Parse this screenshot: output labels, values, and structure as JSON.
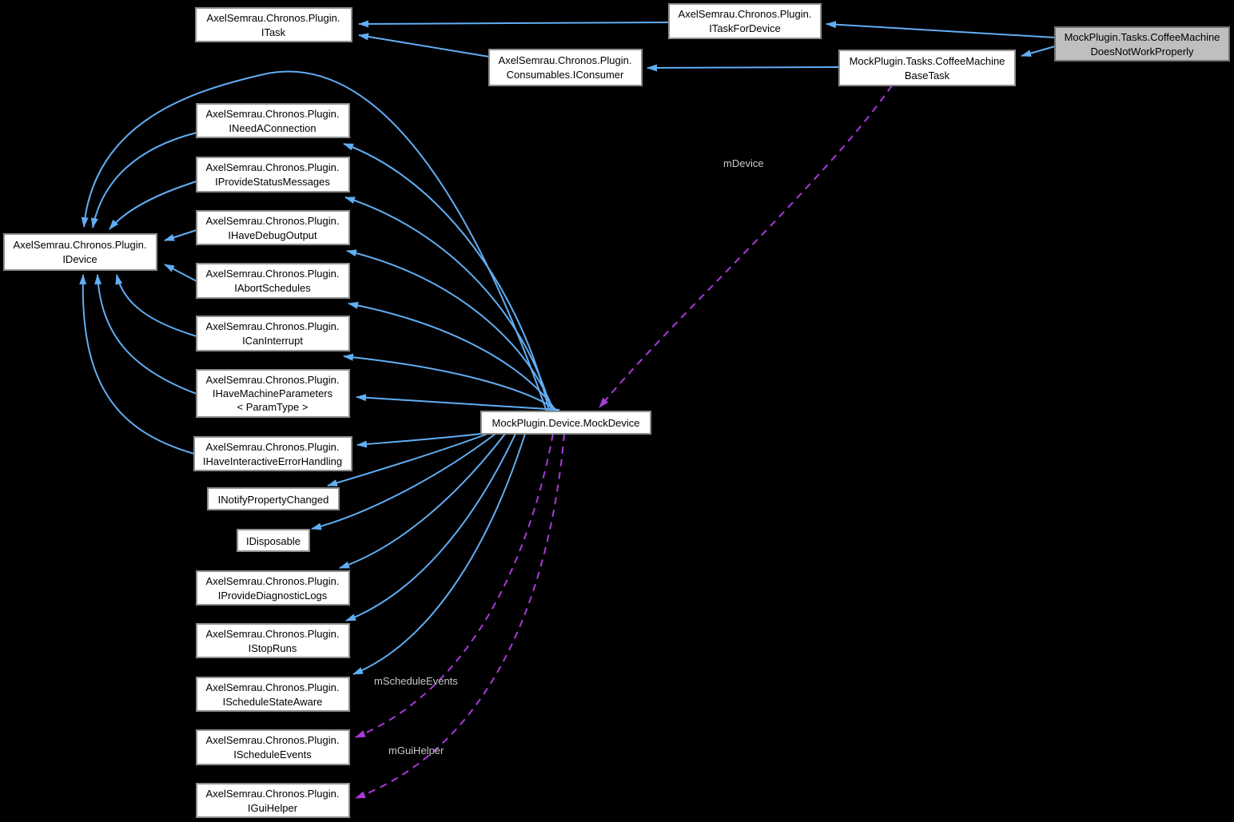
{
  "diagram": {
    "type": "doxygen-collaboration-graph",
    "colors": {
      "background": "#000000",
      "edge-inheritance": "#61aef3",
      "edge-usage": "#a93ad9",
      "node-fill": "#ffffff",
      "node-border": "#8f8f8f",
      "highlight-fill": "#bfbfbf",
      "highlight-border": "#747474",
      "node-text": "#000000",
      "edge-label-text": "#c8c8c8"
    },
    "nodes": {
      "itask": {
        "l1": "AxelSemrau.Chronos.Plugin.",
        "l2": "ITask"
      },
      "itask_for_device": {
        "l1": "AxelSemrau.Chronos.Plugin.",
        "l2": "ITaskForDevice"
      },
      "coffee_machine_does_not_work_properly": {
        "l1": "MockPlugin.Tasks.CoffeeMachine",
        "l2": "DoesNotWorkProperly"
      },
      "iconsumer": {
        "l1": "AxelSemrau.Chronos.Plugin.",
        "l2": "Consumables.IConsumer"
      },
      "coffee_machine_base_task": {
        "l1": "MockPlugin.Tasks.CoffeeMachine",
        "l2": "BaseTask"
      },
      "idevice": {
        "l1": "AxelSemrau.Chronos.Plugin.",
        "l2": "IDevice"
      },
      "ineed_a_connection": {
        "l1": "AxelSemrau.Chronos.Plugin.",
        "l2": "INeedAConnection"
      },
      "iprovide_status_messages": {
        "l1": "AxelSemrau.Chronos.Plugin.",
        "l2": "IProvideStatusMessages"
      },
      "ihave_debug_output": {
        "l1": "AxelSemrau.Chronos.Plugin.",
        "l2": "IHaveDebugOutput"
      },
      "iabort_schedules": {
        "l1": "AxelSemrau.Chronos.Plugin.",
        "l2": "IAbortSchedules"
      },
      "ican_interrupt": {
        "l1": "AxelSemrau.Chronos.Plugin.",
        "l2": "ICanInterrupt"
      },
      "ihave_machine_parameters": {
        "l1": "AxelSemrau.Chronos.Plugin.",
        "l2": "IHaveMachineParameters",
        "l3": "< ParamType >"
      },
      "ihave_interactive_error_handling": {
        "l1": "AxelSemrau.Chronos.Plugin.",
        "l2": "IHaveInteractiveErrorHandling"
      },
      "inotify_property_changed": {
        "l1": "INotifyPropertyChanged"
      },
      "idisposable": {
        "l1": "IDisposable"
      },
      "iprovide_diagnostic_logs": {
        "l1": "AxelSemrau.Chronos.Plugin.",
        "l2": "IProvideDiagnosticLogs"
      },
      "istop_runs": {
        "l1": "AxelSemrau.Chronos.Plugin.",
        "l2": "IStopRuns"
      },
      "ischedule_state_aware": {
        "l1": "AxelSemrau.Chronos.Plugin.",
        "l2": "IScheduleStateAware"
      },
      "ischedule_events": {
        "l1": "AxelSemrau.Chronos.Plugin.",
        "l2": "IScheduleEvents"
      },
      "igui_helper": {
        "l1": "AxelSemrau.Chronos.Plugin.",
        "l2": "IGuiHelper"
      },
      "mock_device": {
        "l1": "MockPlugin.Device.MockDevice"
      }
    },
    "edge_labels": {
      "m_device": "mDevice",
      "m_schedule_events": "mScheduleEvents",
      "m_gui_helper": "mGuiHelper"
    }
  }
}
